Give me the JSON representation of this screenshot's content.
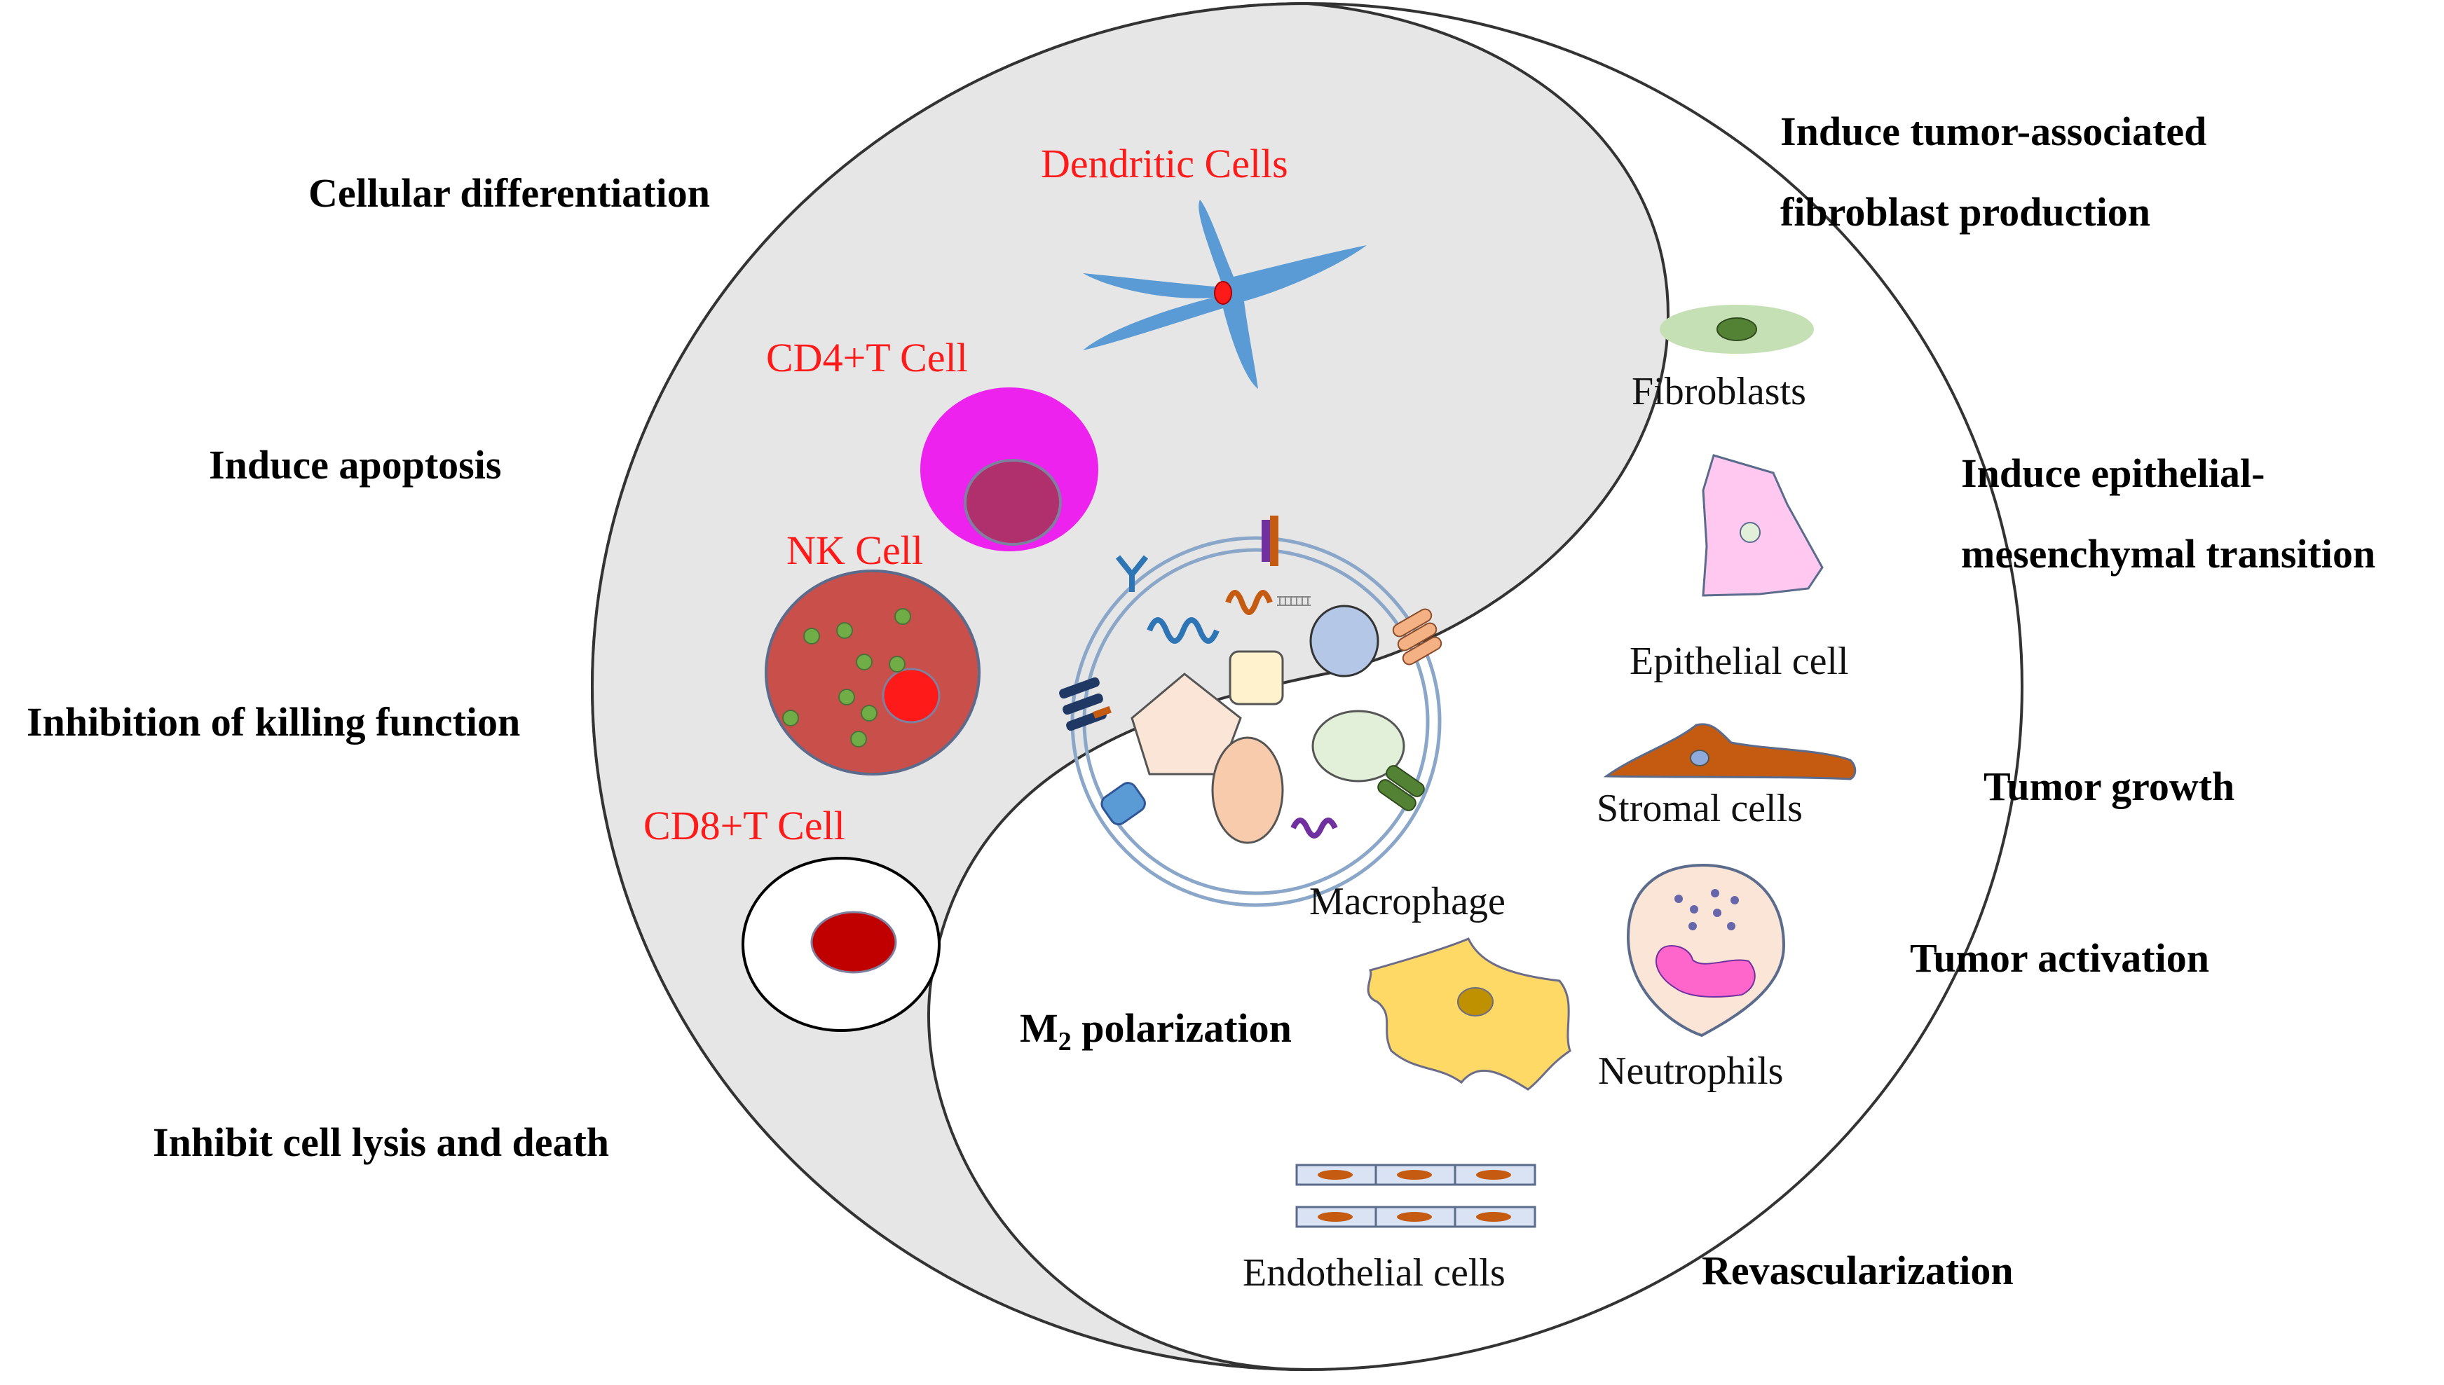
{
  "outer_labels": {
    "cellular_differentiation": "Cellular differentiation",
    "induce_apoptosis": "Induce apoptosis",
    "inhibition_killing": "Inhibition of killing function",
    "inhibit_lysis": "Inhibit cell lysis and death",
    "tumor_fibroblast_line1": "Induce tumor-associated",
    "tumor_fibroblast_line2": "fibroblast production",
    "emt_line1": "Induce epithelial-",
    "emt_line2": "mesenchymal transition",
    "tumor_growth": "Tumor growth",
    "tumor_activation": "Tumor activation",
    "revascularization": "Revascularization",
    "m2_main": "M",
    "m2_sub": "2",
    "m2_rest": " polarization"
  },
  "immune_cells": {
    "dendritic": "Dendritic Cells",
    "cd4": "CD4+T Cell",
    "nk": "NK Cell",
    "cd8": "CD8+T Cell"
  },
  "stromal_cells": {
    "fibroblasts": "Fibroblasts",
    "epithelial": "Epithelial cell",
    "stromal": "Stromal cells",
    "macrophage": "Macrophage",
    "neutrophils": "Neutrophils",
    "endothelial": "Endothelial cells"
  },
  "colors": {
    "left_half": "#e6e6e6",
    "immune_label": "#ff1a1a",
    "dendritic": "#5b9bd5",
    "cd4_outer": "#ee22ee",
    "cd4_inner": "#b0306e",
    "nk": "#c9504a",
    "cd8_nucleus": "#c00000",
    "fibroblast": "#c5e0b4",
    "epithelial": "#ffc8f0",
    "stromal": "#c55a11",
    "macrophage": "#ffd966",
    "neutrophil": "#fbe5d6",
    "endothelial": "#dae3f3"
  }
}
